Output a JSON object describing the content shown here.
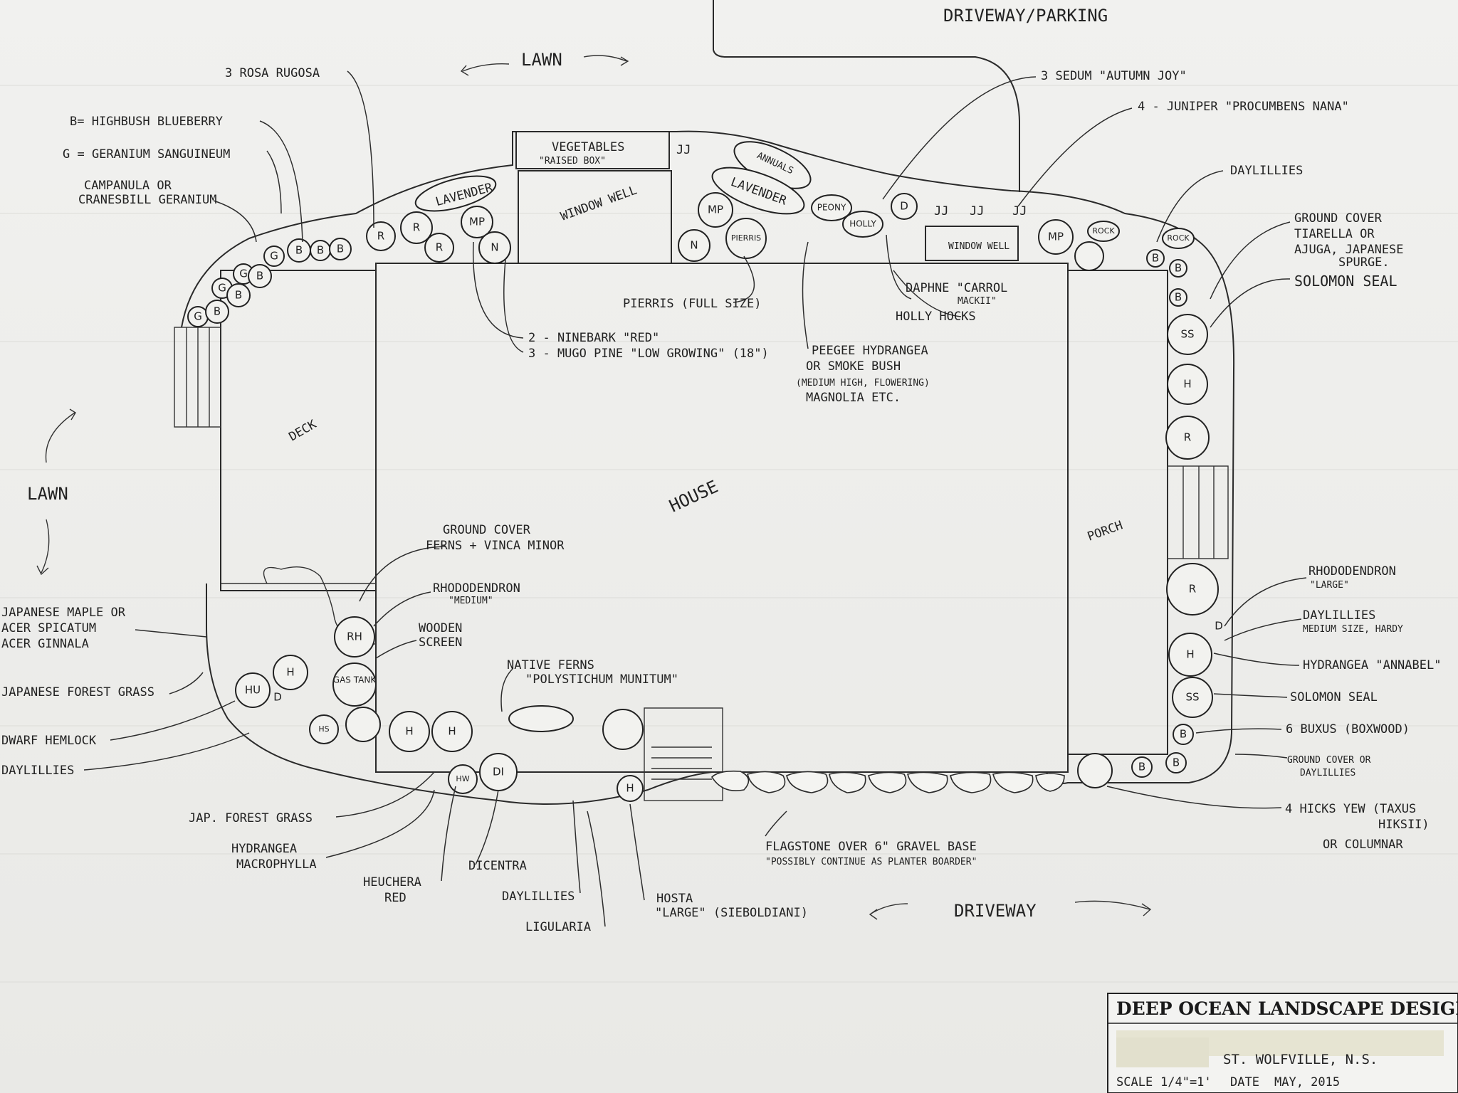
{
  "areas": {
    "driveway_parking": "DRIVEWAY/PARKING",
    "lawn_top": "LAWN",
    "lawn_left": "LAWN",
    "house": "HOUSE",
    "deck": "DECK",
    "porch": "PORCH",
    "driveway_bottom": "DRIVEWAY",
    "vegetables": "VEGETABLES",
    "vegetables_sub": "\"RAISED BOX\"",
    "window_well_left": "WINDOW WELL",
    "window_well_right": "WINDOW WELL",
    "gas_tank": "GAS TANK",
    "lavender_left": "LAVENDER",
    "lavender_right": "LAVENDER",
    "annuals": "ANNUALS",
    "peony": "PEONY",
    "rock_1": "ROCK",
    "rock_2": "ROCK"
  },
  "labels": {
    "rosa": "3 ROSA RUGOSA",
    "blueberry": "B= HIGHBUSH BLUEBERRY",
    "geranium": "G = GERANIUM SANGUINEUM",
    "campanula_1": "CAMPANULA OR",
    "campanula_2": "CRANESBILL GERANIUM",
    "sedum": "3 SEDUM \"AUTUMN JOY\"",
    "juniper": "4 - JUNIPER \"PROCUMBENS NANA\"",
    "daylilies_top": "DAYLILLIES",
    "groundcover_1": "GROUND COVER",
    "groundcover_2": "TIARELLA OR",
    "groundcover_3": "AJUGA, JAPANESE",
    "groundcover_4": "SPURGE.",
    "solomon_top": "SOLOMON SEAL",
    "pieris": "PIERRIS (FULL SIZE)",
    "daphne_1": "DAPHNE \"CARROL",
    "daphne_2": "MACKII\"",
    "hollyhocks": "HOLLY HOCKS",
    "ninebark": "2 - NINEBARK \"RED\"",
    "mugo": "3 - MUGO PINE \"LOW GROWING\" (18\")",
    "peegee_1": "PEEGEE HYDRANGEA",
    "peegee_2": "OR SMOKE BUSH",
    "peegee_3": "(MEDIUM HIGH, FLOWERING)",
    "peegee_4": "MAGNOLIA ETC.",
    "groundcover_ferns_1": "GROUND COVER",
    "groundcover_ferns_2": "FERNS + VINCA MINOR",
    "rhodo_medium_1": "RHODODENDRON",
    "rhodo_medium_2": "\"MEDIUM\"",
    "wooden_screen_1": "WOODEN",
    "wooden_screen_2": "SCREEN",
    "native_ferns_1": "NATIVE FERNS",
    "native_ferns_2": "\"POLYSTICHUM MUNITUM\"",
    "jmaple_1": "JAPANESE MAPLE OR",
    "jmaple_2": "ACER SPICATUM",
    "jmaple_3": "ACER GINNALA",
    "jforest": "JAPANESE FOREST GRASS",
    "dwarf_hemlock": "DWARF HEMLOCK",
    "daylilies_left": "DAYLILLIES",
    "jap_forest": "JAP. FOREST GRASS",
    "hydrangea_macro_1": "HYDRANGEA",
    "hydrangea_macro_2": "MACROPHYLLA",
    "heuchera_1": "HEUCHERA",
    "heuchera_2": "RED",
    "dicentra": "DICENTRA",
    "daylilies_bottom": "DAYLILLIES",
    "ligularia": "LIGULARIA",
    "hosta_1": "HOSTA",
    "hosta_2": "\"LARGE\" (SIEBOLDIANI)",
    "flagstone_1": "FLAGSTONE OVER 6\" GRAVEL BASE",
    "flagstone_2": "\"POSSIBLY CONTINUE AS PLANTER BOARDER\"",
    "rhodo_large_1": "RHODODENDRON",
    "rhodo_large_2": "\"LARGE\"",
    "daylilies_right_1": "DAYLILLIES",
    "daylilies_right_2": "MEDIUM SIZE, HARDY",
    "hydrangea_annabel": "HYDRANGEA \"ANNABEL\"",
    "solomon_bottom": "SOLOMON SEAL",
    "buxus": "6 BUXUS (BOXWOOD)",
    "groundcover_dl_1": "GROUND COVER OR",
    "groundcover_dl_2": "DAYLILLIES",
    "hicks_1": "4 HICKS YEW (TAXUS",
    "hicks_2": "HIKSII)",
    "hicks_3": "OR COLUMNAR"
  },
  "symbols": {
    "B": "B",
    "G": "G",
    "R": "R",
    "MP": "MP",
    "N": "N",
    "P": "PIERRIS",
    "HOLLY": "HOLLY",
    "D": "D",
    "JJ": "JJ",
    "H": "H",
    "SS": "SS",
    "RH": "RH",
    "HU": "HU",
    "HW": "HW",
    "HS": "HS",
    "DI": "DI"
  },
  "titleblock": {
    "company": "DEEP OCEAN LANDSCAPE DESIGN",
    "location": "ST. WOLFVILLE, N.S.",
    "scale_label": "SCALE",
    "scale_value": "1/4\"=1'",
    "date_label": "DATE",
    "date_value": "MAY, 2015"
  },
  "colors": {
    "paper": "#ececea",
    "ink": "#222222",
    "tape": "#e6e4d2"
  }
}
